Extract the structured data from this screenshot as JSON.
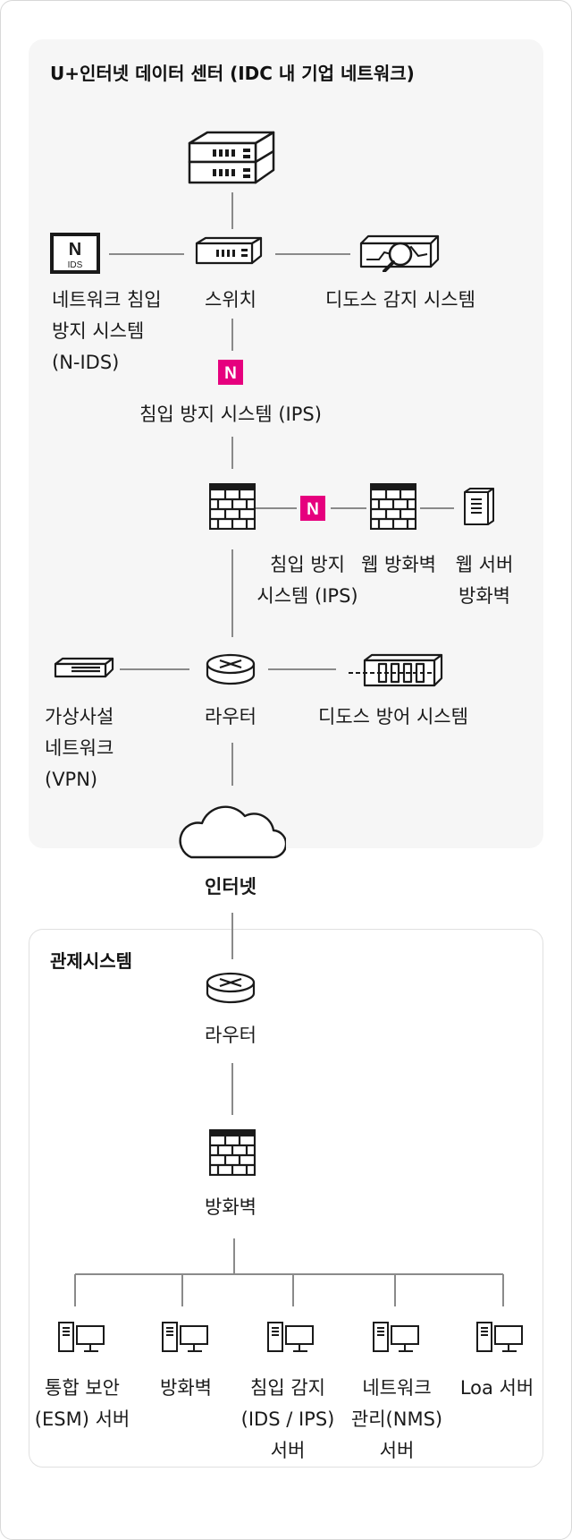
{
  "idc": {
    "title": "U+인터넷 데이터 센터 (IDC 내 기업 네트워크)",
    "nids": "네트워크 침입\n방지 시스템\n(N-IDS)",
    "nids_badge": "N",
    "nids_badge_sub": "IDS",
    "switch": "스위치",
    "ddos_detect": "디도스 감지 시스템",
    "ips_badge": "N",
    "ips": "침입 방지 시스템 (IPS)",
    "ips2": "침입 방지\n시스템 (IPS)",
    "waf": "웹 방화벽",
    "web_server_fw": "웹 서버\n방화벽",
    "vpn": "가상사설\n네트워크\n(VPN)",
    "router": "라우터",
    "ddos_defense": "디도스 방어 시스템"
  },
  "internet": "인터넷",
  "control": {
    "title": "관제시스템",
    "router": "라우터",
    "firewall": "방화벽",
    "servers": [
      {
        "label": "통합 보안\n(ESM) 서버"
      },
      {
        "label": "방화벽"
      },
      {
        "label": "침입 감지\n(IDS / IPS)\n서버"
      },
      {
        "label": "네트워크\n관리(NMS)\n서버"
      },
      {
        "label": "Loa 서버"
      }
    ]
  },
  "colors": {
    "accent": "#e6007e",
    "line": "#8a8a8a",
    "icon": "#1a1a1a"
  }
}
